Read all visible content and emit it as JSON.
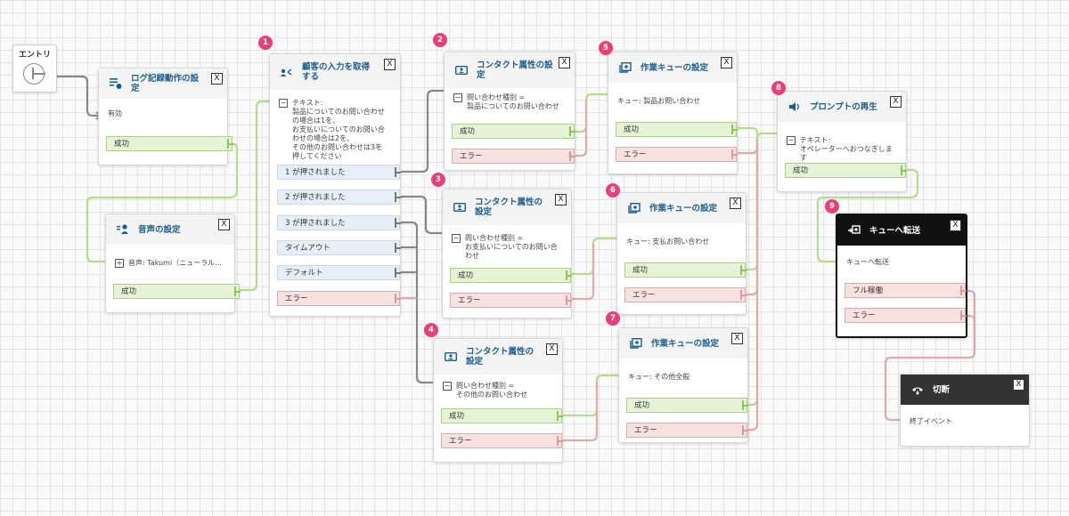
{
  "entry": {
    "label": "エントリ"
  },
  "blocks": {
    "log": {
      "title": "ログ記録動作の設定",
      "body": "有効",
      "success": "成功",
      "close": "X"
    },
    "voice": {
      "title": "音声の設定",
      "body": "音声: Takumi（ニューラル...",
      "success": "成功",
      "close": "X"
    },
    "input": {
      "badge": "1",
      "title": "顧客の入力を取得する",
      "close": "X",
      "body": "テキスト:\n製品についてのお問い合わせの場合は1を、\nお支払いについてのお問い合わせの場合は2を、\nその他のお問い合わせは3を押してください",
      "options": [
        "1 が押されました",
        "2 が押されました",
        "3 が押されました",
        "タイムアウト",
        "デフォルト"
      ],
      "error": "エラー"
    },
    "attr2": {
      "badge": "2",
      "title": "コンタクト属性の設定",
      "body": "問い合わせ種別 =\n製品についてのお問い合わせ",
      "success": "成功",
      "error": "エラー",
      "close": "X"
    },
    "attr3": {
      "badge": "3",
      "title": "コンタクト属性の設定",
      "body": "問い合わせ種別 =\nお支払いについてのお問い合わせ",
      "success": "成功",
      "error": "エラー",
      "close": "X"
    },
    "attr4": {
      "badge": "4",
      "title": "コンタクト属性の設定",
      "body": "問い合わせ種別 =\nその他のお問い合わせ",
      "success": "成功",
      "error": "エラー",
      "close": "X"
    },
    "queue5": {
      "badge": "5",
      "title": "作業キューの設定",
      "body": "キュー: 製品お問い合わせ",
      "success": "成功",
      "error": "エラー",
      "close": "X"
    },
    "queue6": {
      "badge": "6",
      "title": "作業キューの設定",
      "body": "キュー: 支払お問い合わせ",
      "success": "成功",
      "error": "エラー",
      "close": "X"
    },
    "queue7": {
      "badge": "7",
      "title": "作業キューの設定",
      "body": "キュー: その他全般",
      "success": "成功",
      "error": "エラー",
      "close": "X"
    },
    "prompt": {
      "badge": "8",
      "title": "プロンプトの再生",
      "body": "テキスト:\nオペレーターへおつなぎします",
      "success": "成功",
      "close": "X"
    },
    "transfer": {
      "badge": "9",
      "title": "キューへ転送",
      "body": "キューへ転送",
      "full": "フル稼働",
      "error": "エラー",
      "close": "X"
    },
    "disconnect": {
      "title": "切断",
      "body": "終了イベント",
      "close": "X"
    }
  },
  "colors": {
    "success": "#8cc65b",
    "error": "#d99a9a",
    "option": "#777777",
    "title": "#1c5d8c",
    "badge": "#e5407a"
  }
}
